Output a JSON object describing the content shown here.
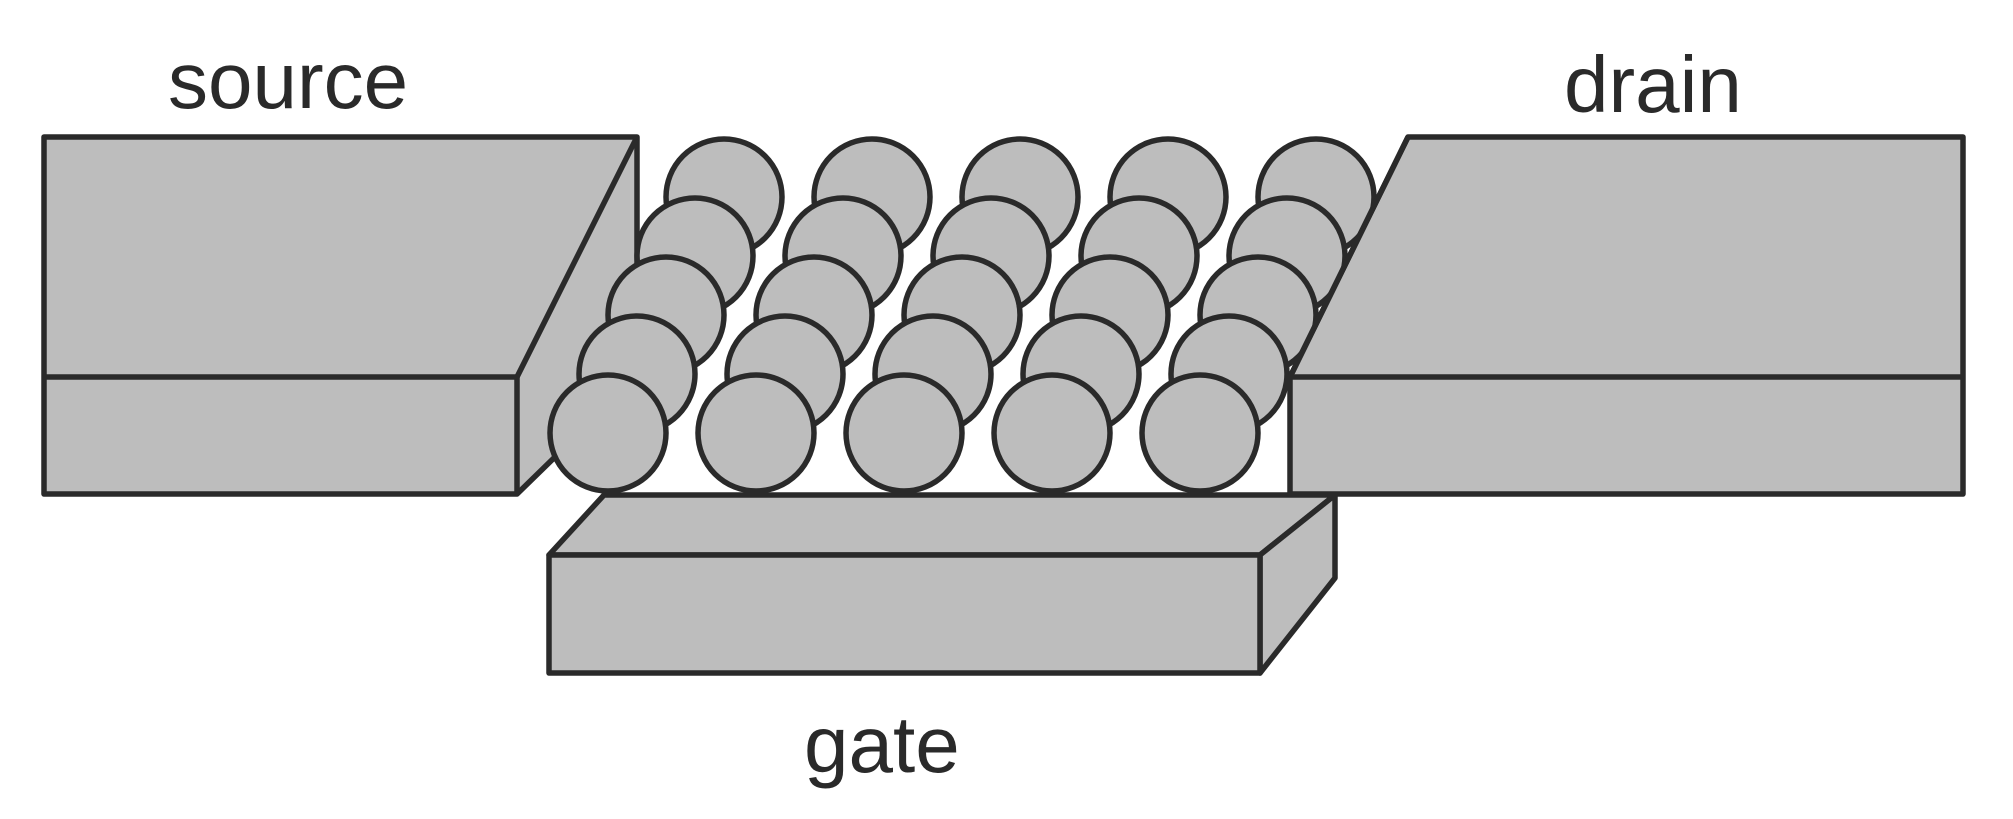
{
  "labels": {
    "source": "source",
    "drain": "drain",
    "gate": "gate"
  },
  "colors": {
    "fill": "#bdbdbd",
    "stroke": "#2a2a2a",
    "background": "#ffffff"
  },
  "particles": {
    "rows": 5,
    "columns": 5
  }
}
